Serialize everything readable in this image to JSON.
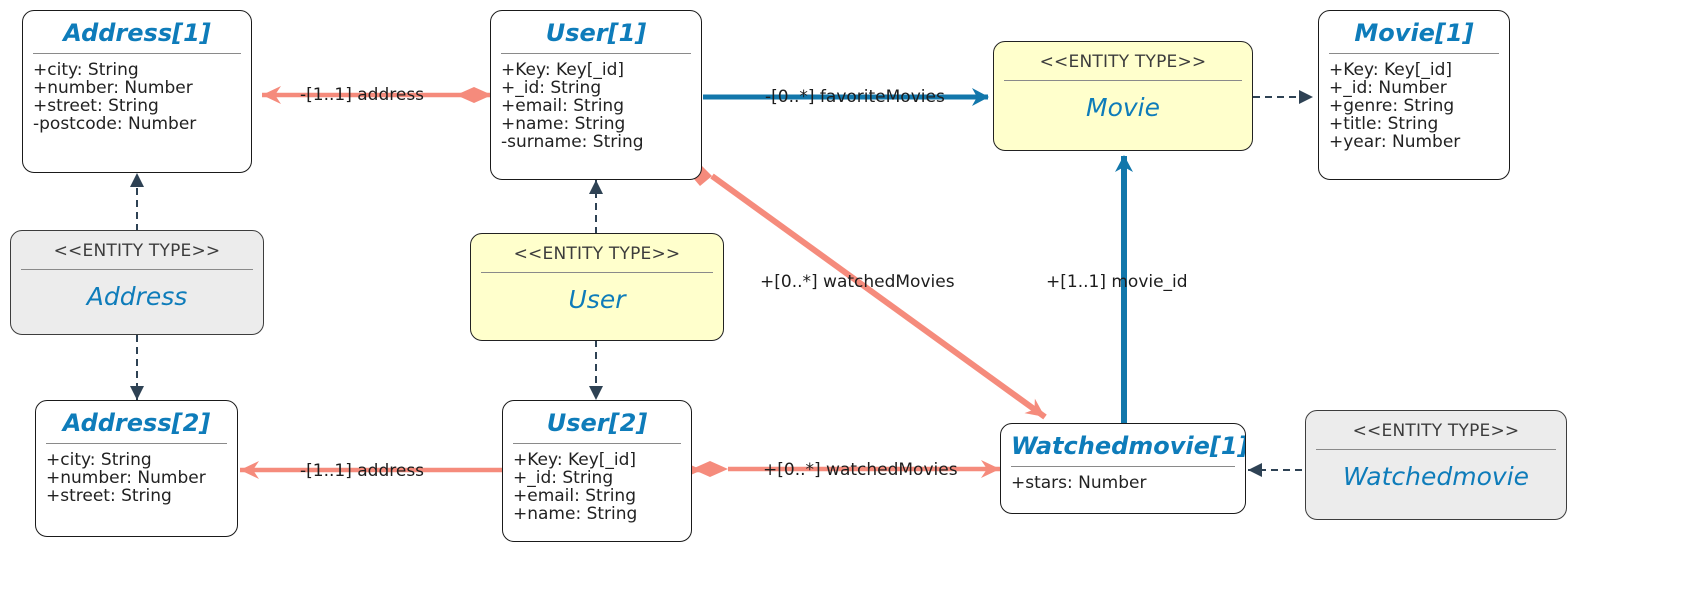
{
  "diagram": {
    "title": "UML object diagram of User / Address / Movie / Watchedmovie entity types",
    "colors": {
      "entity_yellow": "#ffffcc",
      "entity_gray": "#ececec",
      "class_name_blue": "#0e7cba",
      "edge_blue": "#1277ab",
      "edge_salmon": "#f58b7c",
      "edge_dashed_dark": "#2e4254",
      "border_dark": "#1a1a1a"
    }
  },
  "nodes": {
    "address1": {
      "title": "Address[1]",
      "attrs": [
        "+city: String",
        "+number: Number",
        "+street: String",
        "-postcode: Number"
      ]
    },
    "user1": {
      "title": "User[1]",
      "attrs": [
        "+Key: Key[_id]",
        "+_id: String",
        "+email: String",
        "+name: String",
        "-surname: String"
      ]
    },
    "movie_entity": {
      "stereotype": "<<ENTITY TYPE>>",
      "name": "Movie"
    },
    "movie1": {
      "title": "Movie[1]",
      "attrs": [
        "+Key: Key[_id]",
        "+_id: Number",
        "+genre: String",
        "+title: String",
        "+year: Number"
      ]
    },
    "address_entity": {
      "stereotype": "<<ENTITY TYPE>>",
      "name": "Address"
    },
    "user_entity": {
      "stereotype": "<<ENTITY TYPE>>",
      "name": "User"
    },
    "address2": {
      "title": "Address[2]",
      "attrs": [
        "+city: String",
        "+number: Number",
        "+street: String"
      ]
    },
    "user2": {
      "title": "User[2]",
      "attrs": [
        "+Key: Key[_id]",
        "+_id: String",
        "+email: String",
        "+name: String"
      ]
    },
    "watchedmovie1": {
      "title": "Watchedmovie[1]",
      "attrs": [
        "+stars: Number"
      ]
    },
    "watchedmovie_entity": {
      "stereotype": "<<ENTITY TYPE>>",
      "name": "Watchedmovie"
    }
  },
  "edges": {
    "address_top": "-[1..1] address",
    "favorite_movies": "-[0..*] favoriteMovies",
    "watched_movies_diagonal": "+[0..*] watchedMovies",
    "movie_id": "+[1..1] movie_id",
    "address_bottom": "-[1..1] address",
    "watched_movies_bottom": "+[0..*] watchedMovies"
  }
}
